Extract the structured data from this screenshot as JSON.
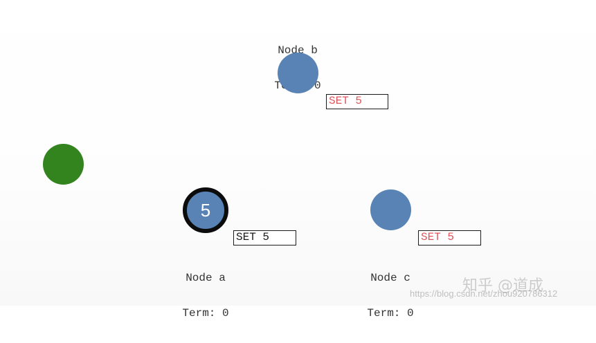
{
  "nodes": {
    "b": {
      "name": "Node b",
      "term": "Term: 0",
      "message": "SET 5"
    },
    "a": {
      "name": "Node a",
      "term": "Term: 0",
      "message": "SET 5",
      "value": "5"
    },
    "c": {
      "name": "Node c",
      "term": "Term: 0",
      "message": "SET 5"
    }
  },
  "client": {
    "icon": "client-circle-icon"
  },
  "watermark": {
    "main": "知乎 @道成",
    "url": "https://blog.csdn.net/zhou920786312"
  },
  "colors": {
    "node": "#5983b5",
    "client": "#33831f",
    "leader_border": "#0c0c0c",
    "message_pending": "#e0555b",
    "message_committed": "#1a1a1a"
  }
}
